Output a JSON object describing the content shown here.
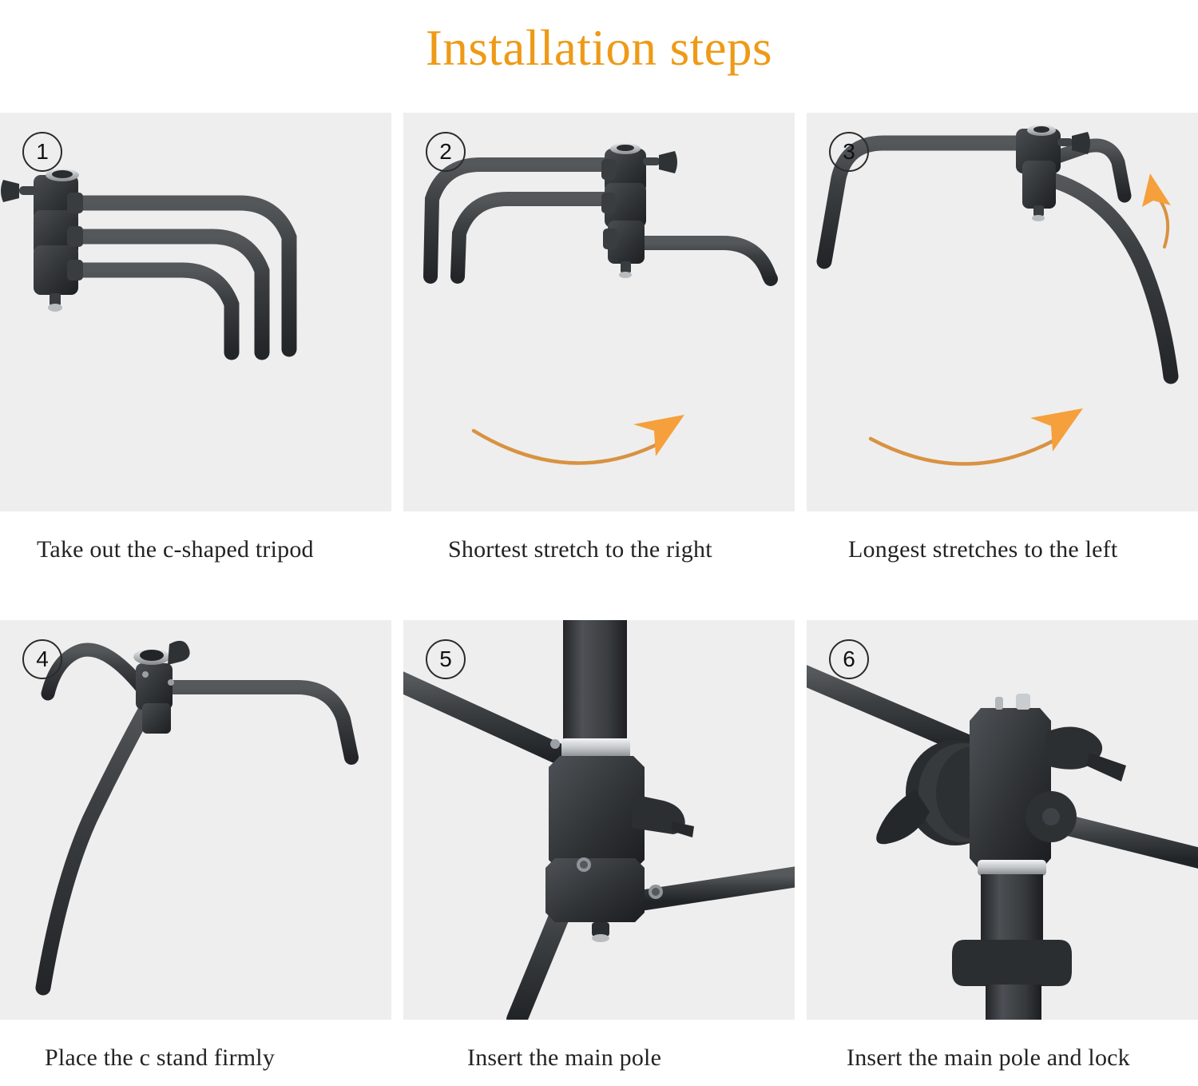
{
  "header": {
    "title": "Installation steps",
    "title_color": "#EE9A17"
  },
  "theme": {
    "page_background": "#ffffff",
    "panel_background": "#eeeeee",
    "caption_color": "#232323",
    "badge_border_color": "#2b2b2b",
    "arrow_color": "#F5A03C",
    "arrow_tail_color": "#D89242",
    "hardware_black": "#3a3a3c",
    "hardware_dark": "#232326",
    "chrome": "#c9ccce"
  },
  "steps": [
    {
      "number": "1",
      "caption": "Take out the c-shaped tripod",
      "illustration": "folded-tripod-three-legs-stacked",
      "arrows": []
    },
    {
      "number": "2",
      "caption": "Shortest stretch to the right",
      "illustration": "tripod-one-leg-rotated-right",
      "arrows": [
        "curved-arrow-right"
      ]
    },
    {
      "number": "3",
      "caption": "Longest stretches to the left",
      "illustration": "tripod-long-leg-rotated-left",
      "arrows": [
        "curved-arrow-right",
        "small-arrow-up-right"
      ]
    },
    {
      "number": "4",
      "caption": "Place the c stand firmly",
      "illustration": "tripod-legs-splayed-standing",
      "arrows": []
    },
    {
      "number": "5",
      "caption": "Insert the main pole",
      "illustration": "closeup-hub-with-main-pole-inserted",
      "arrows": []
    },
    {
      "number": "6",
      "caption": "Insert the main pole and lock",
      "illustration": "closeup-locking-collar-with-t-handle",
      "arrows": []
    }
  ]
}
